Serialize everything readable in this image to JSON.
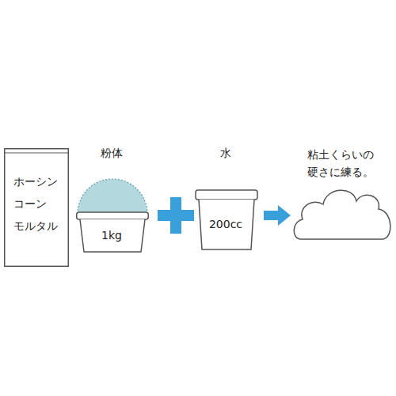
{
  "diagram": {
    "nodes": [
      {
        "text": [
          "ホーシン コーン モルタル"
        ]
      },
      {
        "text": [
          "粉体",
          "1kg"
        ]
      },
      {
        "text": [
          "水",
          "200cc"
        ]
      },
      {
        "text": [
          "粘土くらいの 硬さに練る。"
        ]
      }
    ],
    "edges": [
      {
        "from": 2,
        "to": 3,
        "arrow": "to"
      }
    ]
  }
}
